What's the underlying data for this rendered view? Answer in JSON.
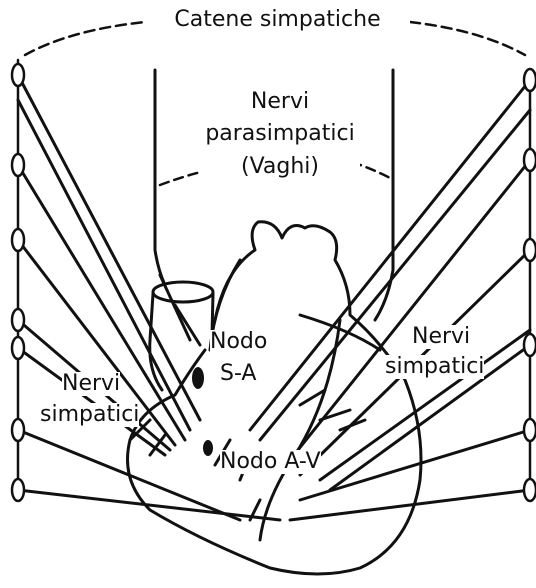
{
  "labels": {
    "sympathetic_chains": "Catene simpatiche",
    "parasympathetic_line1": "Nervi",
    "parasympathetic_line2": "parasimpatici",
    "parasympathetic_line3": "(Vaghi)",
    "sa_node_line1": "Nodo",
    "sa_node_line2": "S-A",
    "av_node": "Nodo A-V",
    "sympathetic_left_line1": "Nervi",
    "sympathetic_left_line2": "simpatici",
    "sympathetic_right_line1": "Nervi",
    "sympathetic_right_line2": "simpatici"
  },
  "colors": {
    "ink": "#111111",
    "background": "#ffffff"
  }
}
